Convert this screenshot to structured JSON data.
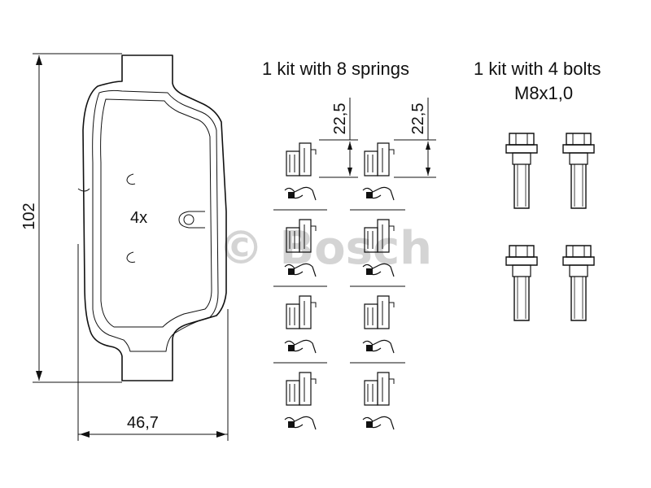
{
  "pad": {
    "height_dim": "102",
    "width_dim": "46,7",
    "quantity": "4x"
  },
  "springs": {
    "heading": "1 kit with 8 springs",
    "dim_left": "22,5",
    "dim_right": "22,5"
  },
  "bolts": {
    "heading_line1": "1 kit with 4 bolts",
    "heading_line2": "M8x1,0"
  },
  "watermark": "© Bosch"
}
